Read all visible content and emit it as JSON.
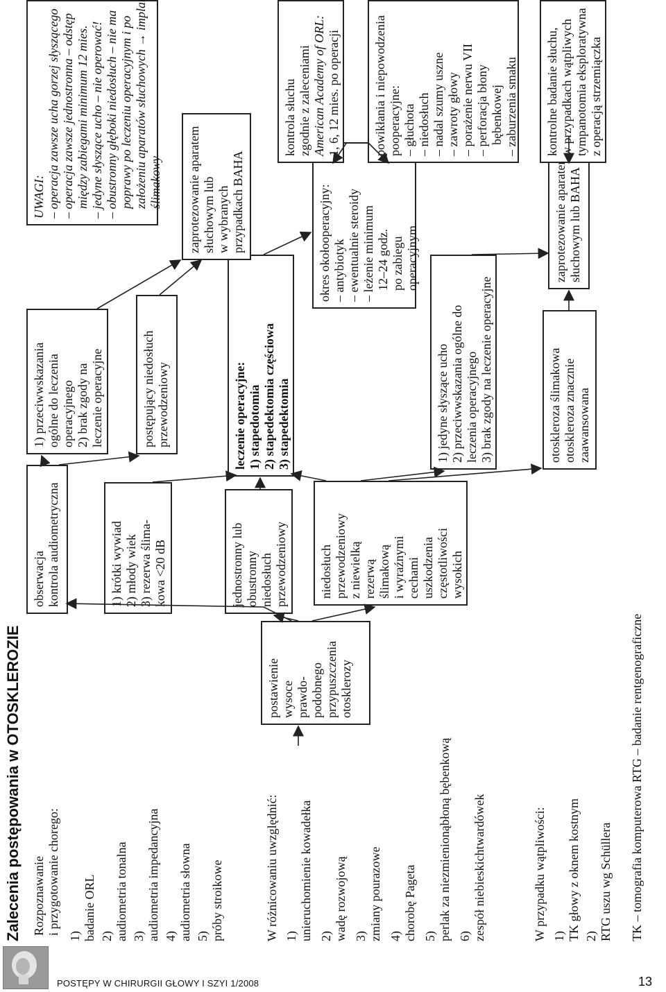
{
  "title": "Zalecenia postępowania w OTOSKLEROZIE",
  "left_column": {
    "section1_heading": [
      "Rozpoznawanie",
      "i przygotowanie chorego:"
    ],
    "section1_items": [
      {
        "num": "1)",
        "text": "badanie ORL"
      },
      {
        "num": "2)",
        "text": "audiometria tonalna"
      },
      {
        "num": "3)",
        "text": "audiometria impedancyjna"
      },
      {
        "num": "4)",
        "text": "audiometria słowna"
      },
      {
        "num": "5)",
        "text": "próby stroikowe"
      }
    ],
    "section2_heading": "W różnicowaniu uwzględnić:",
    "section2_items": [
      {
        "num": "1)",
        "lines": [
          "unieruchomienie kowadełka"
        ]
      },
      {
        "num": "2)",
        "lines": [
          "wadę rozwojową"
        ]
      },
      {
        "num": "3)",
        "lines": [
          "zmiany pourazowe"
        ]
      },
      {
        "num": "4)",
        "lines": [
          "chorobę Pageta"
        ]
      },
      {
        "num": "5)",
        "lines": [
          "perlak za niezmienioną",
          "błoną bębenkową"
        ]
      },
      {
        "num": "6)",
        "lines": [
          "zespół niebieskich",
          "twardówek"
        ]
      }
    ],
    "section3_heading": "W przypadku wątpliwości:",
    "section3_items": [
      {
        "num": "1)",
        "text": "TK głowy z oknem kostnym"
      },
      {
        "num": "2)",
        "text": "RTG uszu wg Schüllera"
      }
    ],
    "legend": [
      "TK – tomografia komputerowa",
      "RTG – badanie rentgenograficzne"
    ]
  },
  "boxes": {
    "diagnosis": [
      "postawienie",
      "wysoce",
      "prawdo-",
      "podobnego",
      "przypuszczenia",
      "otosklerozy"
    ],
    "observation": [
      "obserwacja",
      "kontrola audiometryczna"
    ],
    "contra1": [
      "1) przeciwwskazania",
      "ogólne do leczenia",
      "operacyjnego",
      "2) brak zgody na",
      "leczenie operacyjne"
    ],
    "short_history": [
      "1) krótki wywiad",
      "2) młody wiek",
      "3) rezerwa ślima-",
      "kowa <20 dB"
    ],
    "progressive": [
      "postępujący niedosłuch",
      "przewodzeniowy"
    ],
    "unilateral": [
      "jednostronny lub",
      "obustronny",
      "niedosłuch",
      "przewodzeniowy"
    ],
    "surgery_heading": "leczenie operacyjne:",
    "surgery_items": [
      "1) stapedotomia",
      "2) stapedektomia częściowa",
      "3) stapedektomia"
    ],
    "mixed_hearing": [
      "niedosłuch",
      "przewodzeniowy",
      "z niewielką",
      "rezerwą",
      "ślimakową",
      "i wyraźnymi",
      "cechami",
      "uszkodzenia",
      "częstotliwości",
      "wysokich"
    ],
    "only_ear": [
      "1) jedyne słyszące ucho",
      "2) przeciwwskazania ogólne do",
      "leczenia operacyjnego",
      "3) brak zgody na leczenie operacyjne"
    ],
    "cochlear": [
      "otoskleroza ślimakowa",
      "otoskleroza znacznie",
      "zaawansowana"
    ],
    "hearing_aid_top": [
      "zaprotezowanie aparatem",
      "słuchowym lub",
      "w wybranych",
      "przypadkach BAHA"
    ],
    "perioperative": [
      "okres okołooperacyjny:",
      "– antybiotyk",
      "– ewentualnie steroidy",
      "– leżenie minimum",
      "12–24 godz.",
      "po zabiegu",
      "operacyjnym"
    ],
    "hearing_aid_bottom": [
      "zaprotezowanie aparatem",
      "słuchowym lub BAHA"
    ],
    "notes_heading": "UWAGI:",
    "notes": [
      "– operacja zawsze ucha gorzej słyszącego",
      "– operacja zawsze jednostronna – odstęp",
      "między zabiegami minimum 12 mies.",
      "– jedyne słyszące ucho – nie operować!",
      "– obustronny głęboki niedosłuch – nie ma",
      "poprawy po leczeniu operacyjnym i po",
      "założeniu aparatów słuchowych → implant",
      "ślimakowy"
    ],
    "hearing_control": [
      "kontrola słuchu",
      "zgodnie z zaleceniami",
      "American Academy of ORL:",
      "1, 6, 12 mies. po operacji"
    ],
    "complications": [
      "powikłania i niepowodzenia",
      "pooperacyjne:",
      "– głuchota",
      "– niedosłuch",
      "– nadal szumy uszne",
      "– zawroty głowy",
      "– porażenie nerwu VII",
      "– perforacja błony",
      "bębenkowej",
      "– zaburzenia smaku"
    ],
    "check_hearing": [
      "kontrolne badanie słuchu,",
      "w przypadkach wątpliwych",
      "tympanotomia eksploratywna",
      "z operacją strzemiączka"
    ]
  },
  "footer": {
    "journal": "POSTĘPY W CHIRURGII GŁOWY I SZYI 1/2008",
    "page": "13"
  }
}
